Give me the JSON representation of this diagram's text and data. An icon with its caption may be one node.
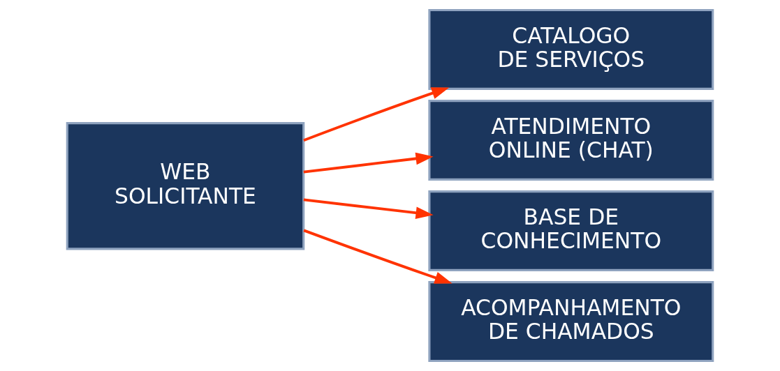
{
  "diagram": {
    "nodes": [
      {
        "text": [
          "WEB SOLICITANTE"
        ]
      },
      {
        "text": [
          "CATALOGO DE SERVIÇOS"
        ]
      },
      {
        "text": [
          "ATENDIMENTO ONLINE (CHAT)"
        ]
      },
      {
        "text": [
          "BASE DE CONHECIMENTO"
        ]
      },
      {
        "text": [
          "ACOMPANHAMENTO DE CHAMADOS"
        ]
      }
    ],
    "edges": [
      {
        "from": 0,
        "to": 1,
        "arrow": "to"
      },
      {
        "from": 0,
        "to": 2,
        "arrow": "to"
      },
      {
        "from": 0,
        "to": 3,
        "arrow": "to"
      },
      {
        "from": 0,
        "to": 4,
        "arrow": "to"
      }
    ]
  }
}
